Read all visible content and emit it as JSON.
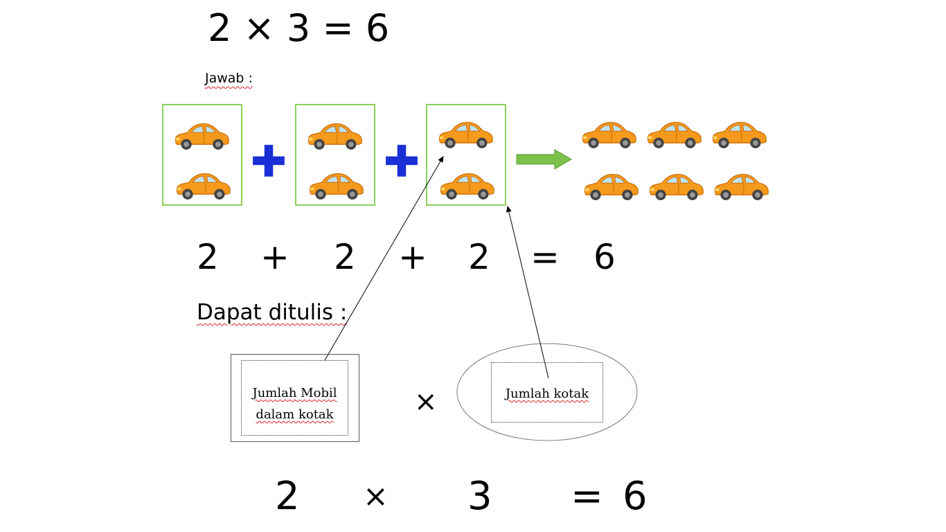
{
  "top_equation": "2 × 3 = 6",
  "jawab_label": "Jawab :",
  "addition": {
    "terms": [
      "2",
      "+",
      "2",
      "+",
      "2",
      "=",
      "6"
    ]
  },
  "dapat_label": "Dapat ditulis :",
  "box_note": {
    "line1": "Jumlah Mobil",
    "line2": "dalam kotak"
  },
  "ellipse_note": "Jumlah kotak",
  "times_symbol": "×",
  "bottom_equation": {
    "a": "2",
    "op": "×",
    "b": "3",
    "eq": "=",
    "result": "6"
  },
  "colors": {
    "box_border": "#8cd05a",
    "plus": "#1a2fd6",
    "arrow": "#7cc24a",
    "car_body": "#f59a1c"
  },
  "icons": [
    "car-icon",
    "plus-icon",
    "right-arrow-icon"
  ]
}
